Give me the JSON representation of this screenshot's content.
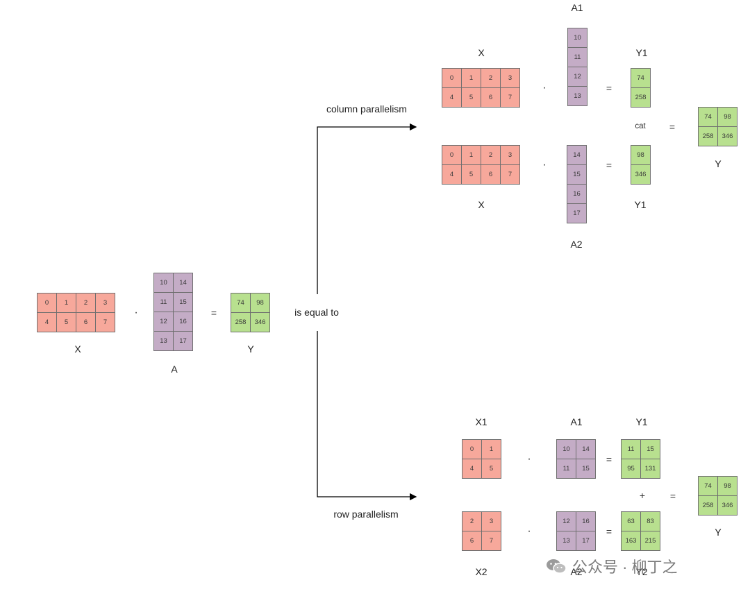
{
  "left": {
    "X": [
      [
        0,
        1,
        2,
        3
      ],
      [
        4,
        5,
        6,
        7
      ]
    ],
    "A": [
      [
        10,
        14
      ],
      [
        11,
        15
      ],
      [
        12,
        16
      ],
      [
        13,
        17
      ]
    ],
    "Y": [
      [
        74,
        98
      ],
      [
        258,
        346
      ]
    ],
    "label_x": "X",
    "label_a": "A",
    "label_y": "Y",
    "dot": "·",
    "equals": "="
  },
  "middle": {
    "is_equal_to": "is equal to",
    "column_parallelism": "column parallelism",
    "row_parallelism": "row parallelism"
  },
  "column": {
    "X_top": [
      [
        0,
        1,
        2,
        3
      ],
      [
        4,
        5,
        6,
        7
      ]
    ],
    "A1": [
      [
        10
      ],
      [
        11
      ],
      [
        12
      ],
      [
        13
      ]
    ],
    "Y1_top": [
      [
        74
      ],
      [
        258
      ]
    ],
    "X_bot": [
      [
        0,
        1,
        2,
        3
      ],
      [
        4,
        5,
        6,
        7
      ]
    ],
    "A2": [
      [
        14
      ],
      [
        15
      ],
      [
        16
      ],
      [
        17
      ]
    ],
    "Y1_bot": [
      [
        98
      ],
      [
        346
      ]
    ],
    "Y": [
      [
        74,
        98
      ],
      [
        258,
        346
      ]
    ],
    "label_x_top": "X",
    "label_a1": "A1",
    "label_y1_top": "Y1",
    "label_x_bot": "X",
    "label_a2": "A2",
    "label_y1_bot": "Y1",
    "label_y": "Y",
    "cat": "cat",
    "dot": "·",
    "equals": "="
  },
  "row": {
    "X1": [
      [
        0,
        1
      ],
      [
        4,
        5
      ]
    ],
    "A1": [
      [
        10,
        14
      ],
      [
        11,
        15
      ]
    ],
    "Y1": [
      [
        11,
        15
      ],
      [
        95,
        131
      ]
    ],
    "X2": [
      [
        2,
        3
      ],
      [
        6,
        7
      ]
    ],
    "A2": [
      [
        12,
        16
      ],
      [
        13,
        17
      ]
    ],
    "Y2": [
      [
        63,
        83
      ],
      [
        163,
        215
      ]
    ],
    "Y": [
      [
        74,
        98
      ],
      [
        258,
        346
      ]
    ],
    "label_x1": "X1",
    "label_a1": "A1",
    "label_y1": "Y1",
    "label_x2": "X2",
    "label_a2": "A2",
    "label_y2": "Y2",
    "label_y": "Y",
    "plus": "+",
    "dot": "·",
    "equals": "="
  },
  "watermark": {
    "text": "公众号 · 柳丁之",
    "icon": "wechat-icon"
  }
}
